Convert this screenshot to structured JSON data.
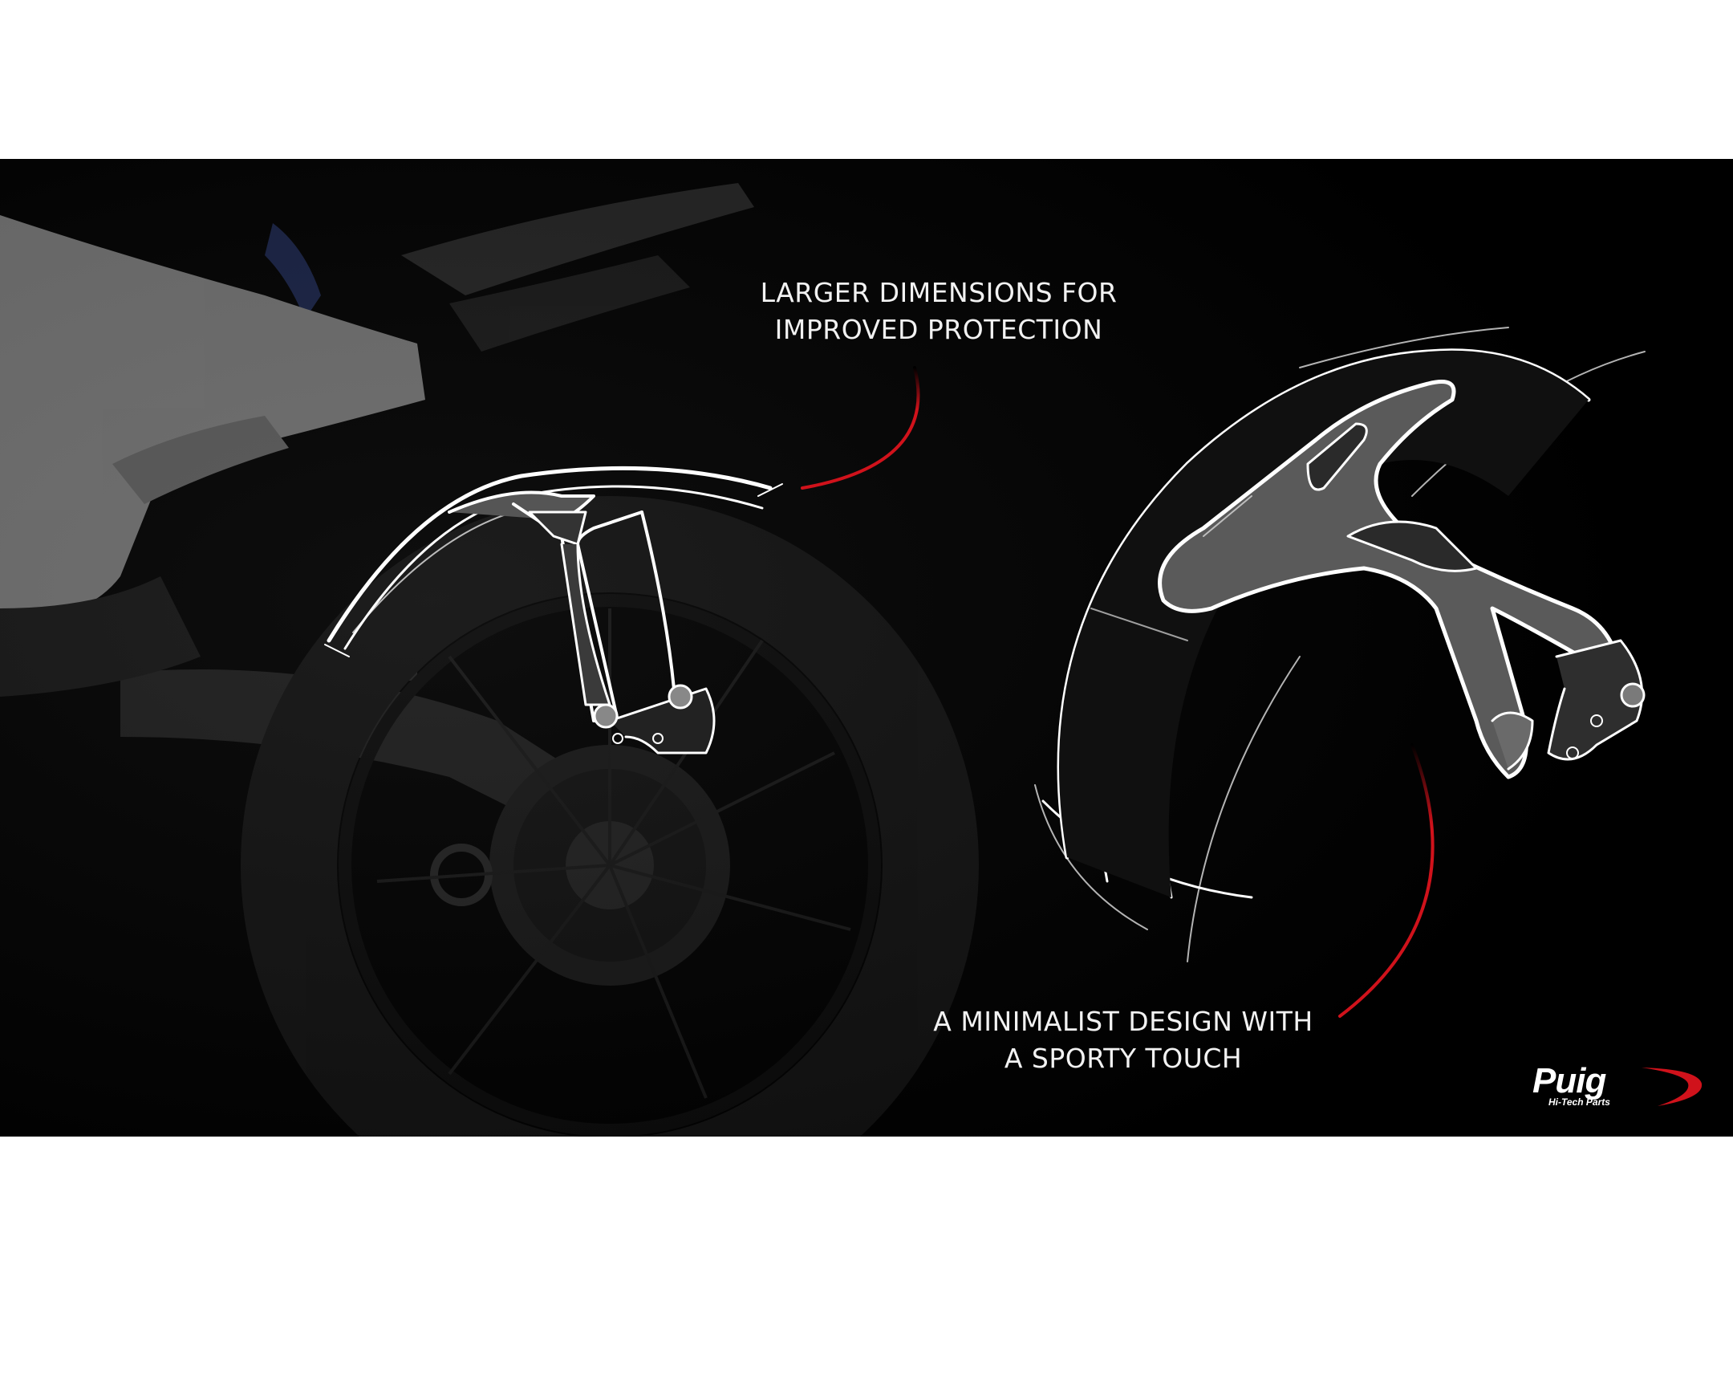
{
  "callouts": {
    "top": {
      "line1": "LARGER DIMENSIONS FOR",
      "line2": "IMPROVED PROTECTION"
    },
    "bottom": {
      "line1": "A MINIMALIST DESIGN WITH",
      "line2": "A SPORTY TOUCH"
    }
  },
  "brand": {
    "name": "Puig",
    "tagline": "Hi-Tech Parts"
  },
  "colors": {
    "background": "#000000",
    "accent": "#d0121b",
    "sketch": "#ffffff"
  }
}
